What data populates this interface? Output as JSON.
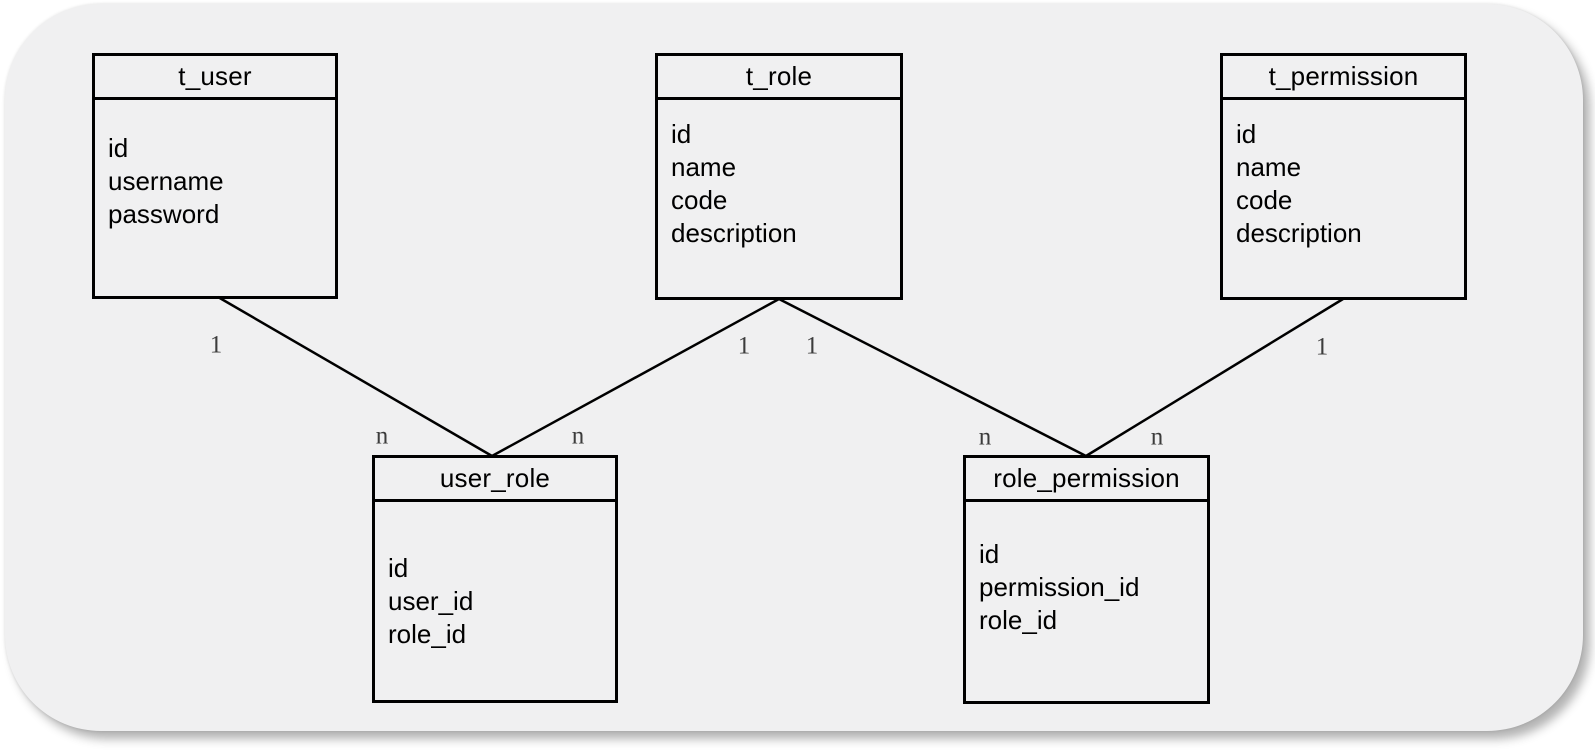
{
  "colors": {
    "canvas_background": "#ffffff",
    "panel_background": "#f0f0f1",
    "entity_border": "#000000",
    "relationship_line": "#000000",
    "cardinality_text": "#3c3c3c"
  },
  "tables": [
    {
      "name": "t_user",
      "fields": [
        "id",
        "username",
        "password"
      ]
    },
    {
      "name": "t_role",
      "fields": [
        "id",
        "name",
        "code",
        "description"
      ]
    },
    {
      "name": "t_permission",
      "fields": [
        "id",
        "name",
        "code",
        "description"
      ]
    },
    {
      "name": "user_role",
      "fields": [
        "id",
        "user_id",
        "role_id"
      ]
    },
    {
      "name": "role_permission",
      "fields": [
        "id",
        "permission_id",
        "role_id"
      ]
    }
  ],
  "relationships": [
    {
      "from": "t_user",
      "to": "user_role",
      "from_cardinality": "1",
      "to_cardinality": "n"
    },
    {
      "from": "t_role",
      "to": "user_role",
      "from_cardinality": "1",
      "to_cardinality": "n"
    },
    {
      "from": "t_role",
      "to": "role_permission",
      "from_cardinality": "1",
      "to_cardinality": "n"
    },
    {
      "from": "t_permission",
      "to": "role_permission",
      "from_cardinality": "1",
      "to_cardinality": "n"
    }
  ]
}
